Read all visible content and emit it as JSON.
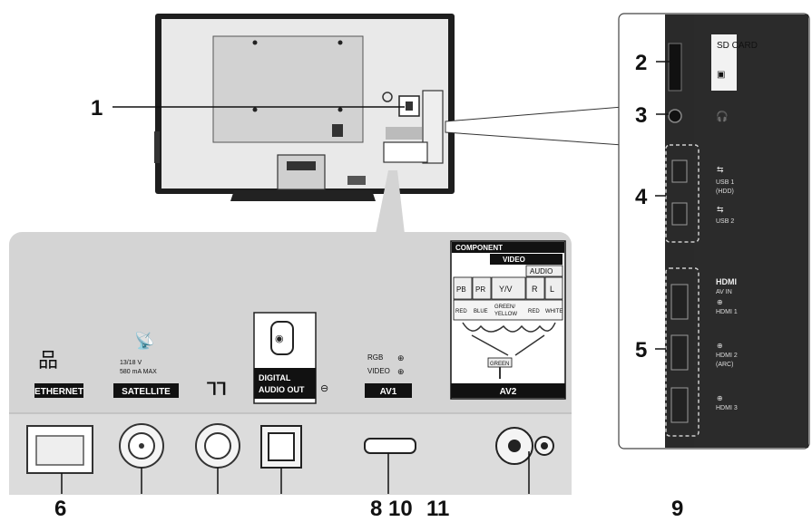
{
  "callouts": {
    "n1": "1",
    "n2": "2",
    "n3": "3",
    "n4": "4",
    "n5": "5",
    "n6": "6",
    "n8": "8",
    "n9": "9",
    "n10": "10",
    "n11": "11"
  },
  "side_panel": {
    "sd_card": "SD CARD",
    "usb1": "USB 1",
    "usb1_sub": "(HDD)",
    "usb2": "USB 2",
    "hdmi_logo": "HDMI",
    "av_in": "AV IN",
    "hdmi1": "HDMI 1",
    "hdmi2": "HDMI 2",
    "hdmi2_sub": "(ARC)",
    "hdmi3": "HDMI 3"
  },
  "bottom_panel": {
    "ethernet": "ETHERNET",
    "sat_spec1": "13/18 V",
    "sat_spec2": "580 mA MAX",
    "satellite": "SATELLITE",
    "digital_audio_out_1": "DIGITAL",
    "digital_audio_out_2": "AUDIO OUT",
    "rgb": "RGB",
    "video": "VIDEO",
    "av1": "AV1",
    "component": "COMPONENT",
    "video_in": "VIDEO",
    "audio": "AUDIO",
    "pb": "PB",
    "pr": "PR",
    "yv": "Y/V",
    "r": "R",
    "l": "L",
    "red": "RED",
    "blue": "BLUE",
    "green_yellow_1": "GREEN/",
    "green_yellow_2": "YELLOW",
    "red2": "RED",
    "white": "WHITE",
    "green": "GREEN",
    "av2": "AV2"
  },
  "colors": {
    "panel_gray": "#d4d4d4",
    "panel_dark": "#2b2b2b",
    "tv_back": "#e8e8e8",
    "label_black": "#111111"
  }
}
